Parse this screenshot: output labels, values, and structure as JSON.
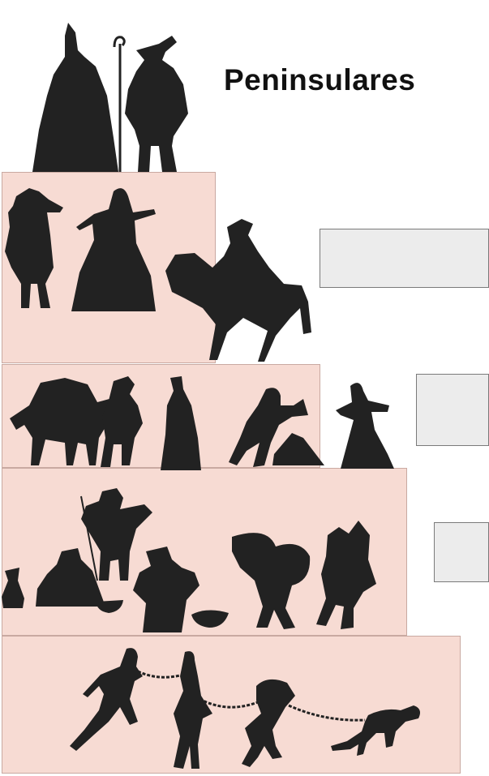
{
  "title": "Peninsulares",
  "tiers": [
    {
      "id": "criollos",
      "label": ""
    },
    {
      "id": "mestizos",
      "label": ""
    },
    {
      "id": "indigenas",
      "label": ""
    },
    {
      "id": "esclavos",
      "label": ""
    }
  ],
  "answer_boxes": [
    "",
    "",
    ""
  ],
  "colors": {
    "tier_fill": "#f7dbd3",
    "silhouette": "#222222",
    "box_fill": "#ececec"
  }
}
